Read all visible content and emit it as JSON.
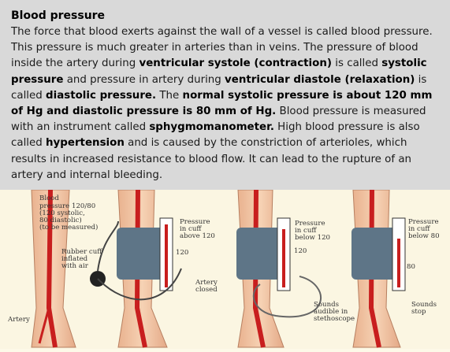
{
  "document": {
    "title": "Blood pressure",
    "paragraph": [
      {
        "t": "The force that blood exerts against the wall of a vessel is called blood pressure. This pressure is much greater in arteries than in veins. The pressure of blood inside the artery during ",
        "b": false
      },
      {
        "t": "ventricular systole (contraction)",
        "b": true
      },
      {
        "t": " is called ",
        "b": false
      },
      {
        "t": "systolic pressure",
        "b": true
      },
      {
        "t": " and pressure in artery during ",
        "b": false
      },
      {
        "t": "ventricular diastole (relaxation)",
        "b": true
      },
      {
        "t": " is called ",
        "b": false
      },
      {
        "t": "diastolic pressure.",
        "b": true
      },
      {
        "t": " The ",
        "b": false
      },
      {
        "t": "normal systolic pressure is about 120 mm of Hg and diastolic pressure is 80 mm of Hg.",
        "b": true
      },
      {
        "t": " Blood pressure is measured with an instrument called ",
        "b": false
      },
      {
        "t": "sphygmomanometer.",
        "b": true
      },
      {
        "t": " High blood pressure is also called ",
        "b": false
      },
      {
        "t": "hypertension",
        "b": true
      },
      {
        "t": " and is caused by the constriction of arterioles, which results in increased resistance to blood flow. It can lead to the rupture of an artery and internal bleeding.",
        "b": false
      }
    ]
  },
  "figure": {
    "panel1": {
      "bp_label": [
        "Blood",
        "pressure 120/80",
        "(120 systolic,",
        "80 diastolic)",
        "(to be measured)"
      ],
      "cuff_label": [
        "Rubber cuff",
        "inflated",
        "with air"
      ],
      "artery_label": "Artery"
    },
    "panel2": {
      "pressure_label": [
        "Pressure",
        "in cuff",
        "above 120"
      ],
      "gauge_mark": "120",
      "closed_label": [
        "Artery",
        "closed"
      ]
    },
    "panel3": {
      "pressure_label": [
        "Pressure",
        "in cuff",
        "below 120"
      ],
      "gauge_mark": "120",
      "sounds_label": [
        "Sounds",
        "audible in",
        "stethoscope"
      ]
    },
    "panel4": {
      "pressure_label": [
        "Pressure",
        "in cuff",
        "below 80"
      ],
      "gauge_mark": "80",
      "sounds_label": [
        "Sounds",
        "stop"
      ]
    },
    "colors": {
      "skin": "#f2c7a6",
      "artery": "#c81e1e",
      "cuff": "#5e7587",
      "panel_bg": "#d9d9d9"
    }
  }
}
